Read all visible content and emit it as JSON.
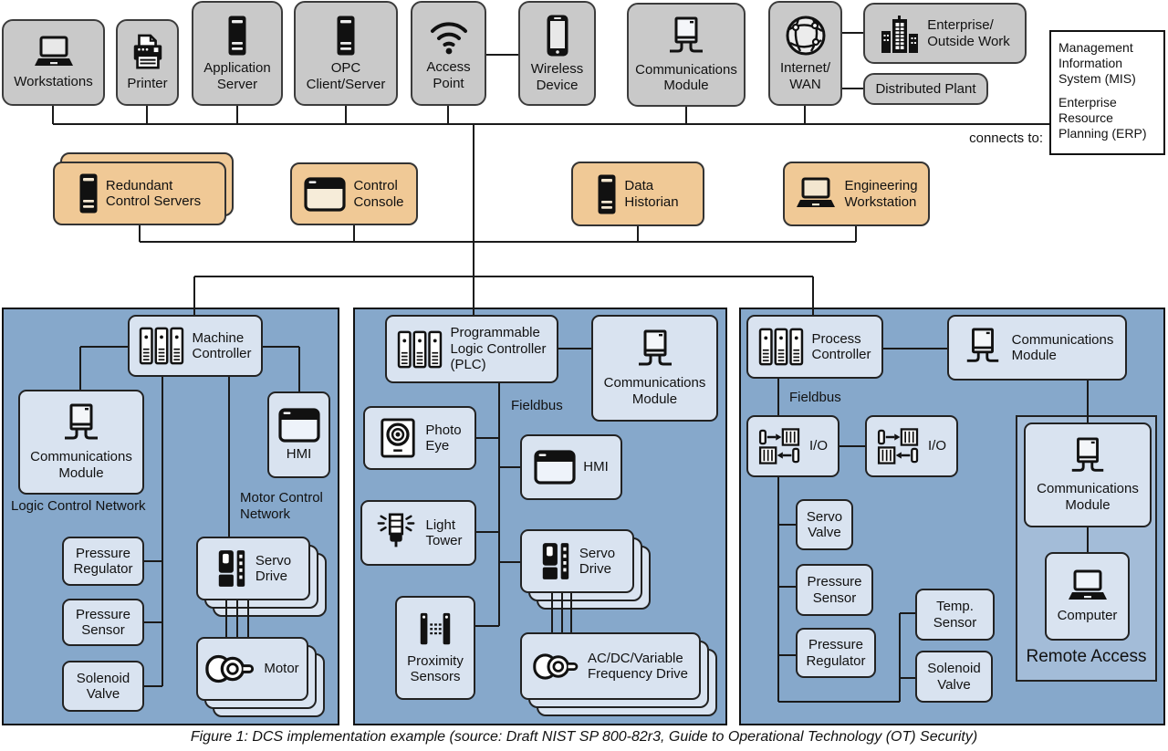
{
  "colors": {
    "background": "#ffffff",
    "gray_box": "#c9c9c9",
    "orange_box": "#f0c996",
    "panel_blue": "#86a8cb",
    "subpanel_blue": "#a3bcd8",
    "node_blue": "#d9e3f0",
    "line": "#1a1a1a"
  },
  "top_row": {
    "workstations": "Workstations",
    "printer": "Printer",
    "application_server": "Application\nServer",
    "opc_client_server": "OPC\nClient/Server",
    "access_point": "Access\nPoint",
    "wireless_device": "Wireless\nDevice",
    "comm_module": "Communications\nModule",
    "internet_wan": "Internet/\nWAN",
    "enterprise": "Enterprise/\nOutside Work",
    "distributed_plant": "Distributed Plant",
    "connects_to": "connects to:",
    "mis": "Management\nInformation\nSystem (MIS)",
    "erp": "Enterprise\nResource\nPlanning (ERP)"
  },
  "control_row": {
    "redundant_control_servers": "Redundant\nControl Servers",
    "control_console": "Control\nConsole",
    "data_historian": "Data\nHistorian",
    "engineering_workstation": "Engineering\nWorkstation"
  },
  "left_panel": {
    "machine_controller": "Machine\nController",
    "comm_module": "Communications\nModule",
    "hmi": "HMI",
    "logic_network_label": "Logic Control Network",
    "motor_network_label": "Motor Control\nNetwork",
    "pressure_regulator": "Pressure\nRegulator",
    "pressure_sensor": "Pressure\nSensor",
    "solenoid_valve": "Solenoid\nValve",
    "servo_drive": "Servo\nDrive",
    "motor": "Motor"
  },
  "middle_panel": {
    "plc": "Programmable\nLogic Controller\n(PLC)",
    "comm_module": "Communications\nModule",
    "fieldbus_label": "Fieldbus",
    "photo_eye": "Photo\nEye",
    "hmi": "HMI",
    "light_tower": "Light\nTower",
    "proximity_sensors": "Proximity\nSensors",
    "servo_drive": "Servo\nDrive",
    "vfd": "AC/DC/Variable\nFrequency Drive"
  },
  "right_panel": {
    "process_controller": "Process\nController",
    "comm_module_top": "Communications\nModule",
    "fieldbus_label": "Fieldbus",
    "io_1": "I/O",
    "io_2": "I/O",
    "servo_valve": "Servo\nValve",
    "pressure_sensor": "Pressure\nSensor",
    "pressure_regulator": "Pressure\nRegulator",
    "temp_sensor": "Temp.\nSensor",
    "solenoid_valve": "Solenoid\nValve",
    "comm_module_remote": "Communications\nModule",
    "computer": "Computer",
    "remote_access_label": "Remote Access"
  },
  "caption": "Figure 1: DCS implementation example (source: Draft NIST SP 800-82r3, Guide to Operational Technology (OT) Security)"
}
